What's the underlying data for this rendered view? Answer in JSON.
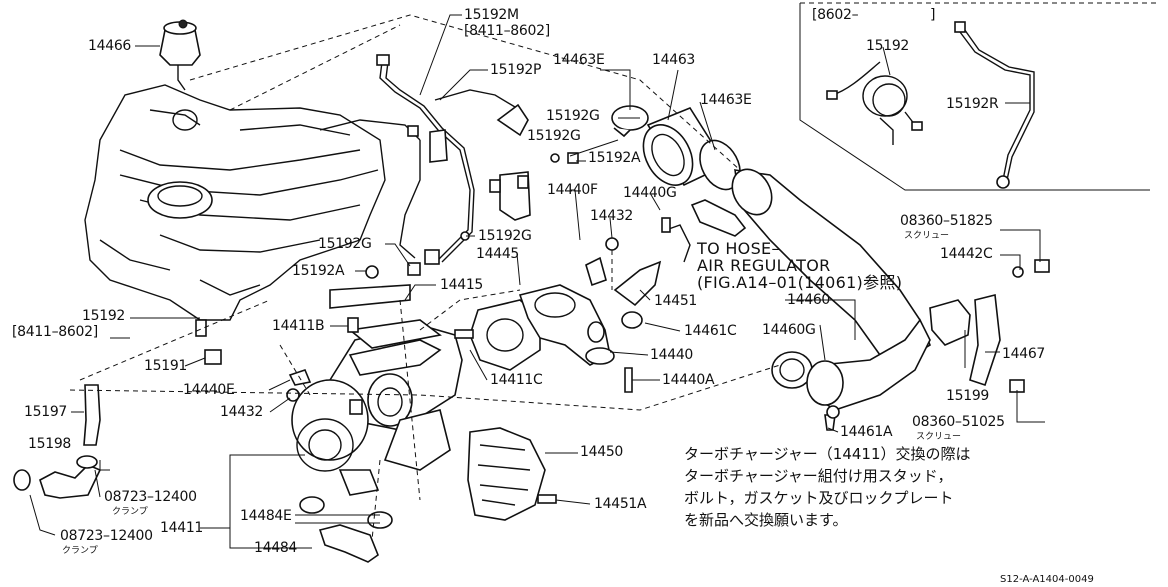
{
  "labels": {
    "p14466": "14466",
    "p15192M": "15192M",
    "p15192M_range": "[8411–8602]",
    "p15192P": "15192P",
    "p14463E_top": "14463E",
    "p14463": "14463",
    "p14463E_right": "14463E",
    "p15192G_1": "15192G",
    "p15192G_2": "15192G",
    "p15192A_top": "15192A",
    "p14440F": "14440F",
    "p14440G": "14440G",
    "p14432_mid": "14432",
    "p15192G_3": "15192G",
    "p15192G_left": "15192G",
    "p15192A_left": "15192A",
    "p14445": "14445",
    "p14415": "14415",
    "p14451": "14451",
    "p14411B": "14411B",
    "p15192_left": "15192",
    "p15192_left_range": "[8411–8602]",
    "p15191": "15191",
    "p14461C": "14461C",
    "p14460": "14460",
    "p14460G": "14460G",
    "p14440": "14440",
    "p14440E": "14440E",
    "p14411C": "14411C",
    "p14440A": "14440A",
    "p14432_left": "14432",
    "p15197": "15197",
    "p15198": "15198",
    "p08723_a": "08723–12400",
    "clamp_a": "クランプ",
    "p14450": "14450",
    "p14451A": "14451A",
    "p14411": "14411",
    "p14484E": "14484E",
    "p14484": "14484",
    "p08723_b": "08723–12400",
    "clamp_b": "クランプ",
    "p14461A": "14461A",
    "p08360_51825": "08360–51825",
    "screw_a": "スクリュー",
    "p14442C": "14442C",
    "p14467": "14467",
    "p15199": "15199",
    "p08360_51025": "08360–51025",
    "screw_b": "スクリュー",
    "inset_range": "[8602–",
    "inset_bracket_close": "]",
    "p15192_inset": "15192",
    "p15192R": "15192R"
  },
  "hose_note": {
    "line1": "TO HOSE–",
    "line2": "AIR REGULATOR",
    "line3": "(FIG.A14–01(14061)参照)"
  },
  "japanese_note": [
    "ターボチャージャー（14411）交換の際は",
    "ターボチャージャー組付け用スタッド，",
    "ボルト，ガスケット及びロックプレート",
    "を新品へ交換願います。"
  ],
  "diagram_code": "S12-A-A1404-0049"
}
